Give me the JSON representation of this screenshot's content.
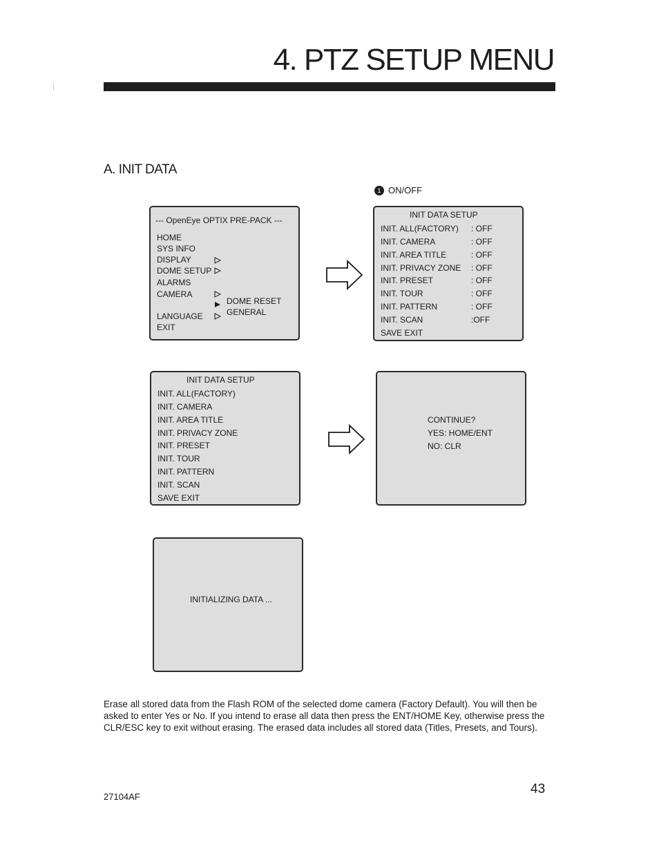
{
  "header": {
    "title": "4. PTZ SETUP MENU"
  },
  "section": {
    "heading": "A.  INIT DATA",
    "callout_number": "1",
    "callout_label": "ON/OFF"
  },
  "screens": {
    "main_menu": {
      "title": "--- OpenEye OPTIX PRE-PACK ---",
      "items": [
        "HOME",
        "SYS INFO",
        "DISPLAY",
        "DOME SETUP",
        "ALARMS",
        "CAMERA",
        "LANGUAGE",
        "EXIT"
      ],
      "submenu_items": [
        "DOME RESET",
        "GENERAL"
      ]
    },
    "init_data_onoff": {
      "title": "INIT DATA SETUP",
      "rows": [
        {
          "label": "INIT. ALL(FACTORY)",
          "value": ": OFF"
        },
        {
          "label": "INIT. CAMERA",
          "value": ": OFF"
        },
        {
          "label": "INIT. AREA TITLE",
          "value": ": OFF"
        },
        {
          "label": "INIT. PRIVACY ZONE",
          "value": ": OFF"
        },
        {
          "label": "INIT. PRESET",
          "value": ": OFF"
        },
        {
          "label": "INIT. TOUR",
          "value": ": OFF"
        },
        {
          "label": "INIT. PATTERN",
          "value": ": OFF"
        },
        {
          "label": "INIT. SCAN",
          "value": ":OFF"
        }
      ],
      "exit_label": "SAVE EXIT"
    },
    "init_data_list": {
      "title": "INIT DATA SETUP",
      "items": [
        "INIT. ALL(FACTORY)",
        "INIT. CAMERA",
        "INIT. AREA TITLE",
        "INIT. PRIVACY ZONE",
        "INIT. PRESET",
        "INIT. TOUR",
        "INIT. PATTERN",
        "INIT. SCAN",
        "SAVE EXIT"
      ]
    },
    "confirm": {
      "lines": [
        "CONTINUE?",
        "YES: HOME/ENT",
        "NO: CLR"
      ]
    },
    "initializing": {
      "message": "INITIALIZING DATA ..."
    }
  },
  "icons": {
    "flow_arrow": "right-arrow-icon",
    "submenu_marker": "triangle-right-icon",
    "submenu_marker_active": "triangle-right-filled-icon"
  },
  "body_text": "Erase all stored data from the Flash ROM of the selected dome camera (Factory Default). You will then be asked to enter Yes or No. If you intend to erase all data then press the ENT/HOME Key, otherwise press the CLR/ESC key to exit without erasing. The erased data includes all stored data (Titles, Presets, and Tours).",
  "footer": {
    "page_number": "43",
    "doc_code": "27104AF"
  }
}
